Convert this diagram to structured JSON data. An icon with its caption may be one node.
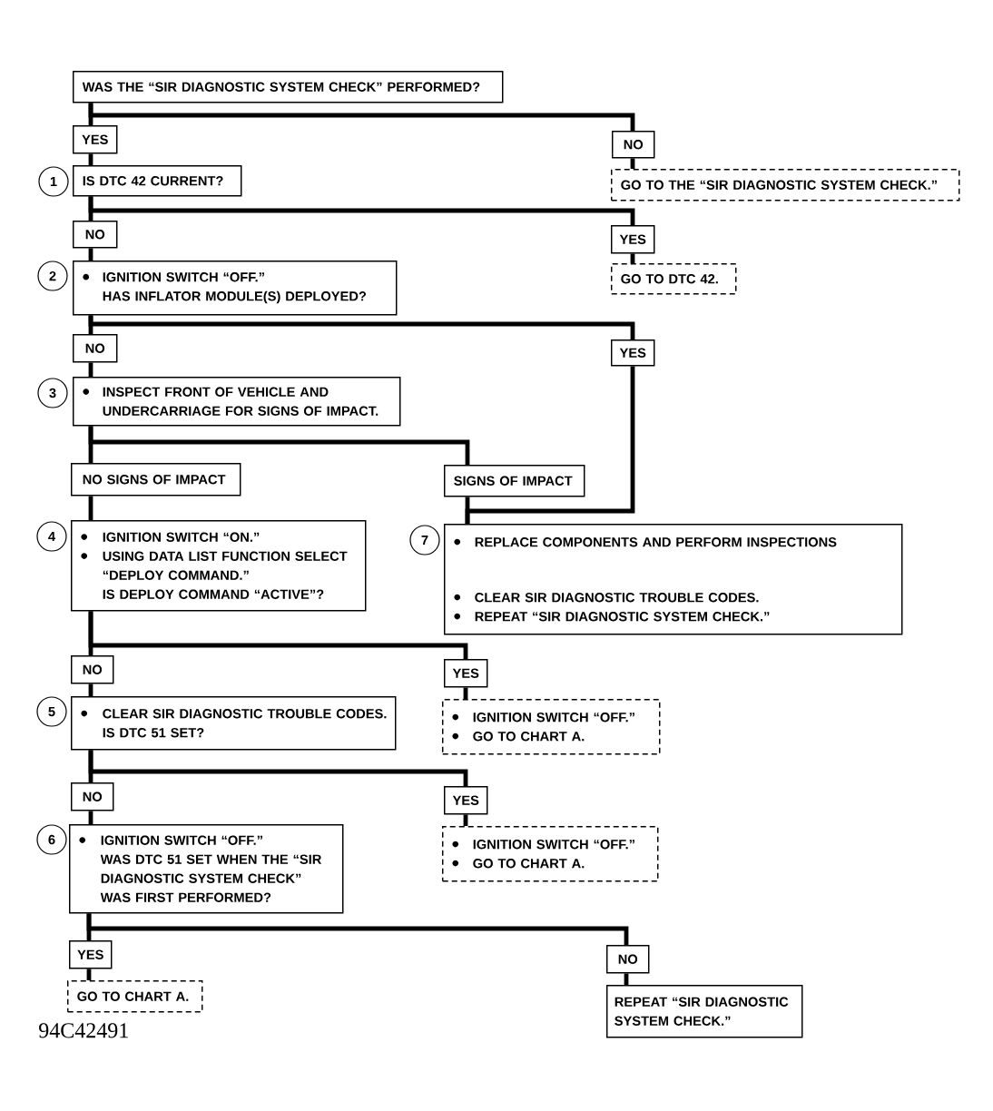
{
  "diagram": {
    "nodes": [
      {
        "text": [
          "WAS THE “SIR DIAGNOSTIC SYSTEM CHECK” PERFORMED?"
        ]
      },
      {
        "text": [
          "YES"
        ]
      },
      {
        "text": [
          "NO"
        ]
      },
      {
        "text": [
          "1"
        ]
      },
      {
        "text": [
          "IS DTC 42 CURRENT?"
        ]
      },
      {
        "text": [
          "GO TO THE “SIR DIAGNOSTIC SYSTEM CHECK.”"
        ]
      },
      {
        "text": [
          "NO"
        ]
      },
      {
        "text": [
          "YES"
        ]
      },
      {
        "text": [
          "2"
        ]
      },
      {
        "text": [
          "IGNITION SWITCH “OFF.”",
          "HAS INFLATOR MODULE(S) DEPLOYED?"
        ]
      },
      {
        "text": [
          "GO TO DTC 42."
        ]
      },
      {
        "text": [
          "NO"
        ]
      },
      {
        "text": [
          "YES"
        ]
      },
      {
        "text": [
          "3"
        ]
      },
      {
        "text": [
          "INSPECT FRONT OF VEHICLE AND UNDERCARRIAGE FOR SIGNS OF IMPACT."
        ]
      },
      {
        "text": [
          "NO SIGNS OF IMPACT"
        ]
      },
      {
        "text": [
          "SIGNS OF IMPACT"
        ]
      },
      {
        "text": [
          "4"
        ]
      },
      {
        "text": [
          "IGNITION SWITCH “ON.”",
          "USING DATA LIST FUNCTION SELECT “DEPLOY COMMAND.”",
          "IS DEPLOY COMMAND “ACTIVE”?"
        ]
      },
      {
        "text": [
          "7"
        ]
      },
      {
        "text": [
          "REPLACE COMPONENTS AND PERFORM INSPECTIONS",
          "CLEAR SIR DIAGNOSTIC TROUBLE CODES.",
          "REPEAT “SIR DIAGNOSTIC SYSTEM CHECK.”"
        ]
      },
      {
        "text": [
          "NO"
        ]
      },
      {
        "text": [
          "YES"
        ]
      },
      {
        "text": [
          "5"
        ]
      },
      {
        "text": [
          "CLEAR SIR DIAGNOSTIC TROUBLE CODES.",
          "IS DTC 51 SET?"
        ]
      },
      {
        "text": [
          "IGNITION SWITCH “OFF.”",
          "GO TO CHART A."
        ]
      },
      {
        "text": [
          "NO"
        ]
      },
      {
        "text": [
          "YES"
        ]
      },
      {
        "text": [
          "6"
        ]
      },
      {
        "text": [
          "IGNITION SWITCH “OFF.”",
          "WAS DTC 51 SET WHEN THE “SIR DIAGNOSTIC SYSTEM CHECK” WAS FIRST PERFORMED?"
        ]
      },
      {
        "text": [
          "IGNITION SWITCH “OFF.”",
          "GO TO CHART A."
        ]
      },
      {
        "text": [
          "YES"
        ]
      },
      {
        "text": [
          "NO"
        ]
      },
      {
        "text": [
          "GO TO CHART A."
        ]
      },
      {
        "text": [
          "REPEAT “SIR DIAGNOSTIC SYSTEM CHECK.”"
        ]
      }
    ],
    "edges": [
      {
        "from": 0,
        "to": 1,
        "arrow": "none"
      },
      {
        "from": 0,
        "to": 2,
        "arrow": "none"
      },
      {
        "from": 1,
        "to": 4,
        "arrow": "none"
      },
      {
        "from": 2,
        "to": 5,
        "arrow": "none"
      },
      {
        "from": 4,
        "to": 6,
        "arrow": "none"
      },
      {
        "from": 4,
        "to": 7,
        "arrow": "none"
      },
      {
        "from": 6,
        "to": 9,
        "arrow": "none"
      },
      {
        "from": 7,
        "to": 10,
        "arrow": "none"
      },
      {
        "from": 9,
        "to": 11,
        "arrow": "none"
      },
      {
        "from": 9,
        "to": 12,
        "arrow": "none"
      },
      {
        "from": 11,
        "to": 14,
        "arrow": "none"
      },
      {
        "from": 12,
        "to": 20,
        "arrow": "none"
      },
      {
        "from": 14,
        "to": 15,
        "arrow": "none"
      },
      {
        "from": 14,
        "to": 16,
        "arrow": "none"
      },
      {
        "from": 15,
        "to": 18,
        "arrow": "none"
      },
      {
        "from": 16,
        "to": 20,
        "arrow": "none"
      },
      {
        "from": 18,
        "to": 21,
        "arrow": "none"
      },
      {
        "from": 18,
        "to": 22,
        "arrow": "none"
      },
      {
        "from": 21,
        "to": 24,
        "arrow": "none"
      },
      {
        "from": 22,
        "to": 25,
        "arrow": "none"
      },
      {
        "from": 24,
        "to": 26,
        "arrow": "none"
      },
      {
        "from": 24,
        "to": 27,
        "arrow": "none"
      },
      {
        "from": 26,
        "to": 29,
        "arrow": "none"
      },
      {
        "from": 27,
        "to": 30,
        "arrow": "none"
      },
      {
        "from": 29,
        "to": 31,
        "arrow": "none"
      },
      {
        "from": 29,
        "to": 32,
        "arrow": "none"
      },
      {
        "from": 31,
        "to": 33,
        "arrow": "none"
      },
      {
        "from": 32,
        "to": 34,
        "arrow": "none"
      }
    ],
    "labels": [
      "94C42491"
    ]
  }
}
